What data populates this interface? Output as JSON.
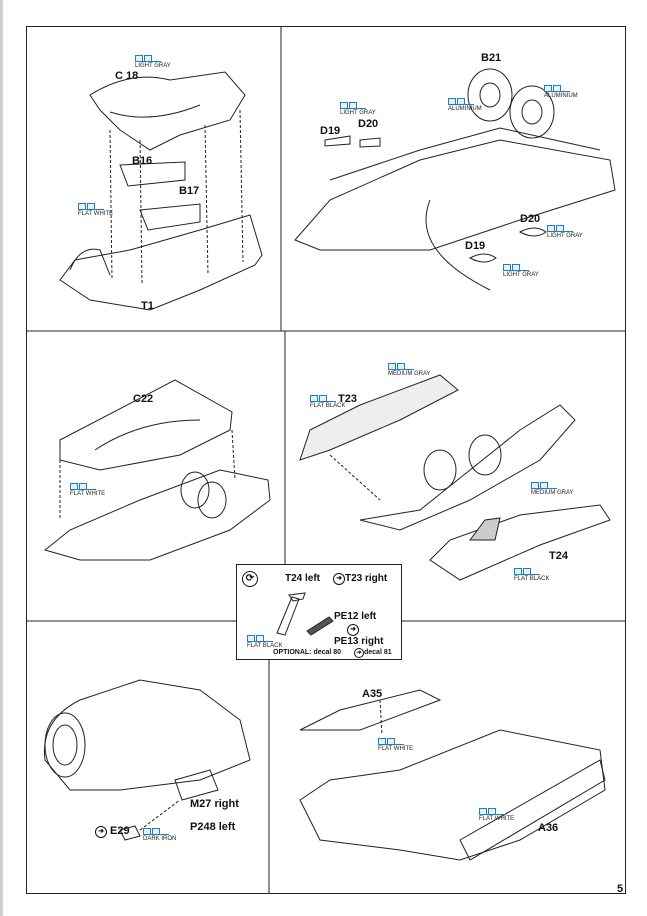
{
  "labels": {
    "c18": "C 18",
    "b16": "B16",
    "b17": "B17",
    "t1": "T1",
    "b21": "B21",
    "d19a": "D19",
    "d20a": "D20",
    "d20b": "D20",
    "d19b": "D19",
    "c22": "C22",
    "t23": "T23",
    "t24": "T24",
    "a35": "A35",
    "a36": "A36",
    "m27": "M27 right",
    "p248": "P248 left",
    "e29": "E29"
  },
  "paint_codes": {
    "p1": "LIGHT GRAY",
    "p2": "FLAT WHITE",
    "p3": "LIGHT GRAY",
    "p4": "ALUMINIUM",
    "p5": "ALUMINIUM",
    "p6": "LIGHT GRAY",
    "p7": "LIGHT GRAY",
    "p8": "FLAT WHITE",
    "p9": "MEDIUM GRAY",
    "p10": "FLAT BLACK",
    "p11": "MEDIUM GRAY",
    "p12": "FLAT BLACK",
    "p13": "FLAT BLACK",
    "p14": "DARK IRON",
    "p15": "FLAT WHITE",
    "p16": "FLAT WHITE"
  },
  "inset": {
    "line1_left": "T24 left",
    "line1_right": "T23 right",
    "pe12": "PE12 left",
    "pe13": "PE13 right",
    "optional": "OPTIONAL: decal 80",
    "decal81": "decal 81"
  },
  "page_number": "5",
  "icons": [
    "rotate-icon",
    "arrow-circle-icon"
  ],
  "colors": {
    "frame": "#222222",
    "paint_chip": "#1f7fbf",
    "chip_fill": "#e4f3fb"
  }
}
